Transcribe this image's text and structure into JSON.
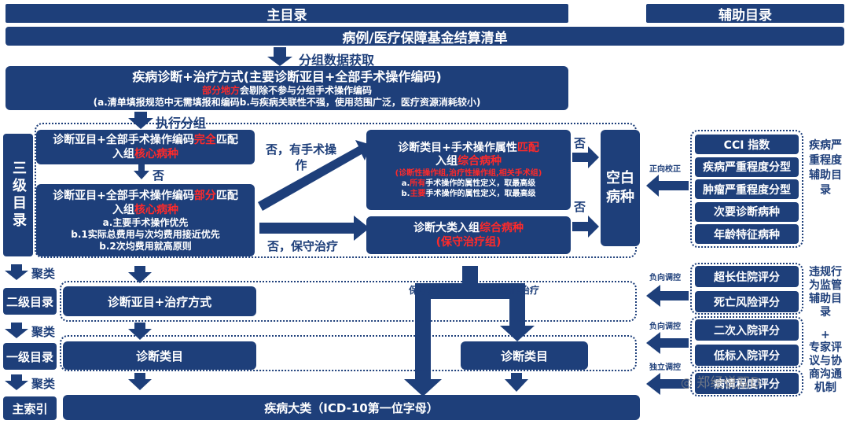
{
  "header": {
    "main": "主目录",
    "aux": "辅助目录"
  },
  "top_bar": "病例/医疗保障基金结算清单",
  "fetch_label": "分组数据获取",
  "diag_box": {
    "title": "疾病诊断+治疗方式(主要诊断亚目+全部手术操作编码)",
    "note_red": "部分地方",
    "note_rest": "会剔除不参与分组手术操作编码",
    "detail": "(a.清单填报规范中无需填报和编码b.与疾病关联性不强，使用范围广泛，医疗资源消耗较小)"
  },
  "exec_label": "执行分组",
  "level3": "三级目录",
  "full_match": {
    "line1": "诊断亚目+全部手术操作编码",
    "red1": "完全",
    "line1b": "匹配",
    "line2": "入组",
    "red2": "核心病种"
  },
  "no1": "否",
  "part_match": {
    "line1": "诊断亚目+全部手术操作编码",
    "red1": "部分",
    "line1b": "匹配",
    "line2": "入组",
    "red2": "核心病种",
    "a": "a.主要手术操作优先",
    "b1": "b.1实际总费用与次均费用接近优先",
    "b2": "b.2次均费用就高原则"
  },
  "no_surgery_label": "否，有手术操作",
  "no_conservative_label": "否，保守治疗",
  "attr_box": {
    "line1": "诊断类目+手术操作属性",
    "red1": "匹配",
    "line2": "入组",
    "red2": "综合病种",
    "red3": "(诊断性操作组,治疗性操作组,相关手术组)",
    "a_red": "所有",
    "a_pre": "a.",
    "a_rest": "手术操作的属性定义，取最高级",
    "b_red": "主要",
    "b_pre": "b.",
    "b_rest": "手术操作的属性定义，取最高级"
  },
  "big_box": {
    "line1": "诊断大类入组",
    "red1": "综合病种",
    "red2": "(保守治疗组)"
  },
  "no2": "否",
  "no3": "否",
  "blank": "空白病种",
  "pos_calib": "正向校正",
  "severity_items": [
    "CCI 指数",
    "疾病严重程度分型",
    "肿瘤严重程度分型",
    "次要诊断病种",
    "年龄特征病种"
  ],
  "severity_label": "疾病严重程度辅助目录",
  "cluster1": "聚类",
  "cluster2": "聚类",
  "cluster3": "聚类",
  "level2": "二级目录",
  "level2_box": "诊断亚目+治疗方式",
  "conservative": "保守治疗",
  "surgery": "手术操作治疗",
  "neg_adj1": "负向调控",
  "neg_adj2": "负向调控",
  "indep_adj": "独立调控",
  "behavior_items": [
    "超长住院评分",
    "死亡风险评分",
    "二次入院评分",
    "低标入院评分",
    "病情程度评分"
  ],
  "behavior_label": "违规行为监管辅助目录",
  "plus": "+",
  "expert_label": "专家评议与协商沟通机制",
  "level1": "一级目录",
  "level1_box_left": "诊断类目",
  "level1_box_right": "诊断类目",
  "main_index": "主索引",
  "bottom_box": "疾病大类（ICD-10第一位字母）",
  "watermark": "郑经说双D"
}
